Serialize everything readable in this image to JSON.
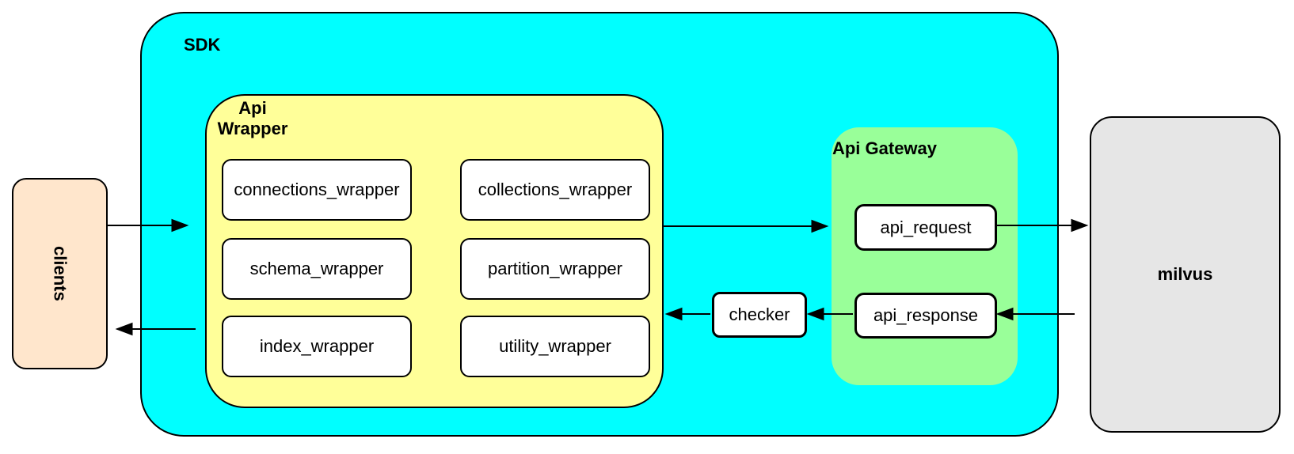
{
  "diagram": {
    "background": "#FFFFFF",
    "stroke_color": "#000000",
    "clients": {
      "label": "clients",
      "fill": "#FFE6CC"
    },
    "sdk": {
      "label": "SDK",
      "fill": "#00FFFF",
      "api_wrapper": {
        "label": "Api Wrapper",
        "fill": "#FFFF99",
        "boxes": [
          "connections_wrapper",
          "collections_wrapper",
          "schema_wrapper",
          "partition_wrapper",
          "index_wrapper",
          "utility_wrapper"
        ]
      },
      "checker_label": "checker",
      "api_gateway": {
        "label": "Api Gateway",
        "fill": "#99FF99",
        "request_label": "api_request",
        "response_label": "api_response"
      }
    },
    "milvus": {
      "label": "milvus",
      "fill": "#E6E6E6"
    },
    "edges": [
      {
        "from": "clients",
        "to": "sdk"
      },
      {
        "from": "api_wrapper",
        "to": "api_gateway"
      },
      {
        "from": "api_request",
        "to": "milvus"
      },
      {
        "from": "milvus",
        "to": "api_response"
      },
      {
        "from": "api_response",
        "to": "checker"
      },
      {
        "from": "checker",
        "to": "api_wrapper"
      },
      {
        "from": "sdk",
        "to": "clients"
      }
    ]
  }
}
